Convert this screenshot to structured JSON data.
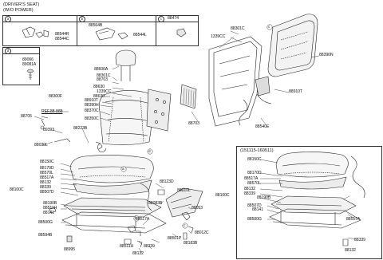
{
  "title": {
    "line1": "(DRIVER'S SEAT)",
    "line2": "(W/O POWER)"
  },
  "inset_box": {
    "sections": [
      "a",
      "b",
      "c"
    ],
    "part_a": [
      "88544R",
      "88544C"
    ],
    "part_b": [
      "88564B",
      "88544L"
    ],
    "part_c": "88474",
    "part_d": [
      "89066",
      "89081A"
    ]
  },
  "variant_box": {
    "title": "(151115-160511)"
  },
  "callouts": [
    "a",
    "b",
    "c",
    "d"
  ],
  "labels": {
    "l88301C_top": "88301C",
    "l1339CC_top": "1339CC",
    "l88390N": "88390N",
    "l88910T_r": "88910T",
    "l88540E": "88540E",
    "l88703_r": "88703",
    "l88600A": "88600A",
    "l88301C": "88301C",
    "l88703": "88703",
    "l88630a": "88630",
    "l1339CC": "1339CC",
    "l88630b": "88630",
    "l88300F": "88300F",
    "l88910T": "88910T",
    "l88390H": "88390H",
    "l88370C": "88370C",
    "l88350C": "88350C",
    "l_ref": "REF.88-888",
    "l88705": "88705",
    "l89393": "89393",
    "l88223B": "88223B",
    "l88030L": "88030L",
    "l88150C": "88150C",
    "l88170D": "88170D",
    "l88570L": "88570L",
    "l88517A": "88517A",
    "l88132": "88132",
    "l88339": "88339",
    "l88507D": "88507D",
    "l88100C": "88100C",
    "l88190B": "88190B",
    "l88511H": "88511H",
    "l88141": "88141",
    "l88500G": "88500G",
    "l88594B": "88594B",
    "l88995": "88995",
    "l88123D": "88123D",
    "l88010L": "88010L",
    "l88083B": "88083B",
    "l88053": "88053",
    "l88012C": "88012C",
    "l88517A_b": "88517A",
    "l88501P": "88501P",
    "l88183B": "88183B",
    "l88511H_b": "88511H",
    "l88339_b": "88339",
    "l88132_b": "88132",
    "v88150C": "88150C",
    "v88170D": "88170D",
    "v88517A": "88517A",
    "v88570L": "88570L",
    "v88132": "88132",
    "v88339": "88339",
    "v88100C": "88100C",
    "v88190B": "88190B",
    "v88507D": "88507D",
    "v88141": "88141",
    "v88500G": "88500G",
    "v88517A_b": "88517A",
    "v88339_b": "88339",
    "v88132_b": "88132"
  },
  "colors": {
    "line": "#222222",
    "fill_light": "#f3f3f3",
    "fill_mid": "#d9d9d9",
    "hatch": "#8a8a8a"
  }
}
